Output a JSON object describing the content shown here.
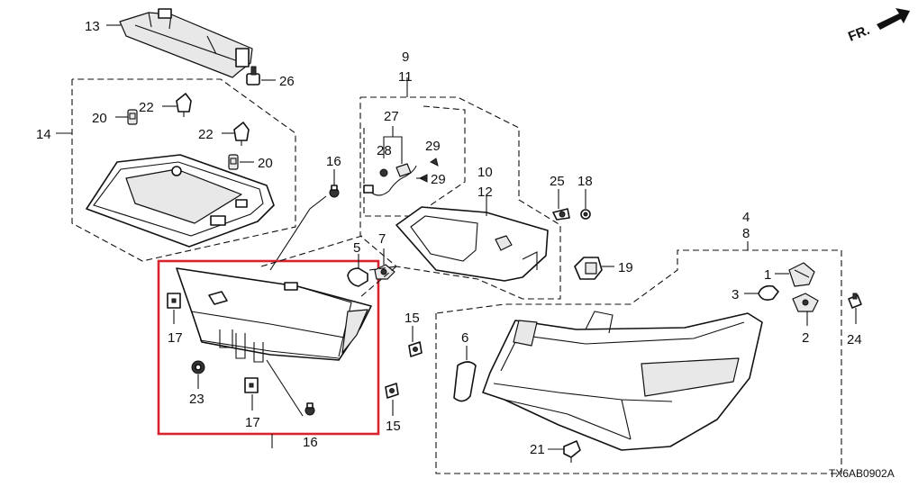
{
  "diagram": {
    "orientation_label": "FR.",
    "diagram_code": "TX6AB0902A",
    "highlight_color": "#d9232e",
    "callouts": {
      "n1": "1",
      "n2": "2",
      "n3": "3",
      "n4": "4",
      "n5": "5",
      "n6": "6",
      "n7": "7",
      "n8": "8",
      "n9": "9",
      "n10": "10",
      "n11": "11",
      "n12": "12",
      "n13": "13",
      "n14": "14",
      "n15a": "15",
      "n15b": "15",
      "n16a": "16",
      "n16b": "16",
      "n17a": "17",
      "n17b": "17",
      "n18": "18",
      "n19": "19",
      "n20a": "20",
      "n20b": "20",
      "n21": "21",
      "n22a": "22",
      "n22b": "22",
      "n23": "23",
      "n24": "24",
      "n25": "25",
      "n26": "26",
      "n27": "27",
      "n28": "28",
      "n29a": "29",
      "n29b": "29"
    }
  }
}
